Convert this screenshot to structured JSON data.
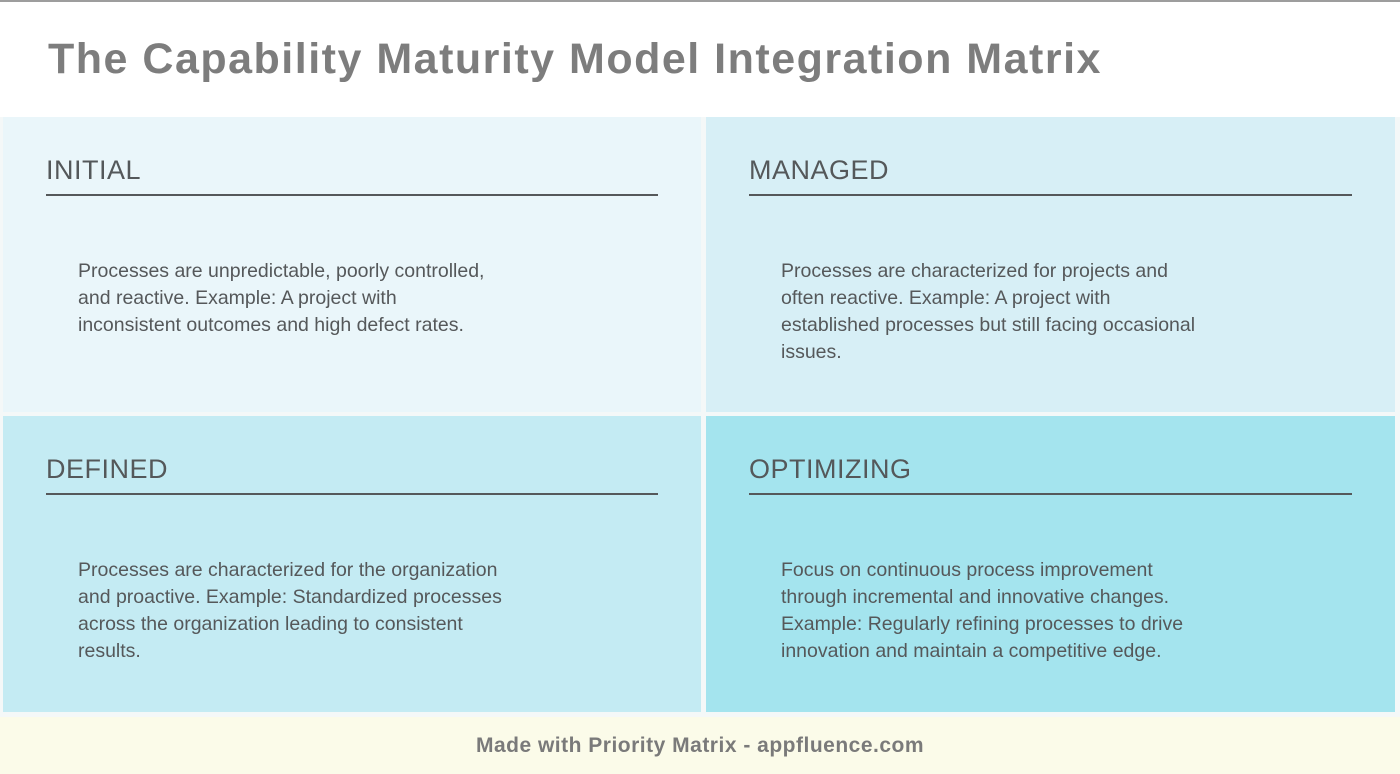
{
  "header": {
    "title": "The Capability Maturity Model Integration Matrix"
  },
  "quadrants": [
    {
      "name": "initial",
      "label": "INITIAL",
      "description": "Processes are unpredictable, poorly controlled,\nand reactive. Example: A project with\ninconsistent outcomes and high defect rates.",
      "color": "#eaf6fa"
    },
    {
      "name": "managed",
      "label": "MANAGED",
      "description": "Processes are characterized for projects and\noften reactive. Example: A project with\nestablished processes but still facing occasional\nissues.",
      "color": "#d7eff6"
    },
    {
      "name": "defined",
      "label": "DEFINED",
      "description": "Processes are characterized for the organization\nand proactive. Example: Standardized processes\nacross the organization leading to consistent\nresults.",
      "color": "#c4ebf3"
    },
    {
      "name": "optimizing",
      "label": "OPTIMIZING",
      "description": "Focus on continuous process improvement\nthrough incremental and innovative changes.\nExample: Regularly refining processes to drive\ninnovation and maintain a competitive edge.",
      "color": "#a4e4ee"
    }
  ],
  "footer": {
    "credit": "Made with Priority Matrix - appfluence.com",
    "background": "#fbfbe9"
  },
  "colors": {
    "title_text": "#7d7d7d",
    "heading_text": "#54585a",
    "body_text": "#55585a",
    "divider": "#55585a",
    "matrix_background": "#f4f8f8",
    "top_border": "#9d9d9d"
  }
}
